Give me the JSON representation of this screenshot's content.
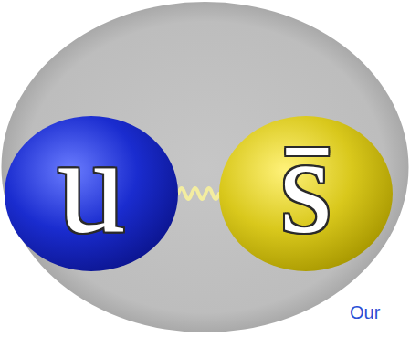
{
  "diagram": {
    "nodes": [
      {
        "text": [
          "u"
        ]
      },
      {
        "text": [
          "s̄"
        ]
      }
    ],
    "edges": [
      {
        "from": 0,
        "to": 1,
        "arrow": "none"
      }
    ],
    "labels": [
      "Our"
    ]
  }
}
